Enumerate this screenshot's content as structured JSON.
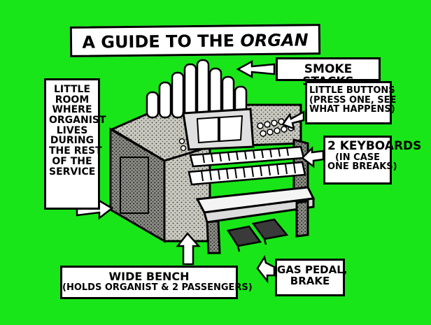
{
  "colors": {
    "background": "#19e619",
    "ink": "#000000",
    "label_fill": "#ffffff",
    "organ_fill": "#b8b8b0"
  },
  "title": {
    "part1": "A Guide to the ",
    "part2": "Organ"
  },
  "labels": {
    "smoke_stacks": "Smoke Stacks",
    "buttons": [
      "Little Buttons",
      "(Press one, see",
      "what happens)"
    ],
    "keyboards": [
      "2 Keyboards",
      "(In case",
      "one breaks)"
    ],
    "room": [
      "Little",
      "room",
      "where",
      "organist",
      "lives",
      "during",
      "the rest",
      "of the",
      "service"
    ],
    "bench": [
      "Wide Bench",
      "(Holds organist & 2 passengers)"
    ],
    "pedals": [
      "Gas Pedal,",
      "Brake"
    ]
  }
}
